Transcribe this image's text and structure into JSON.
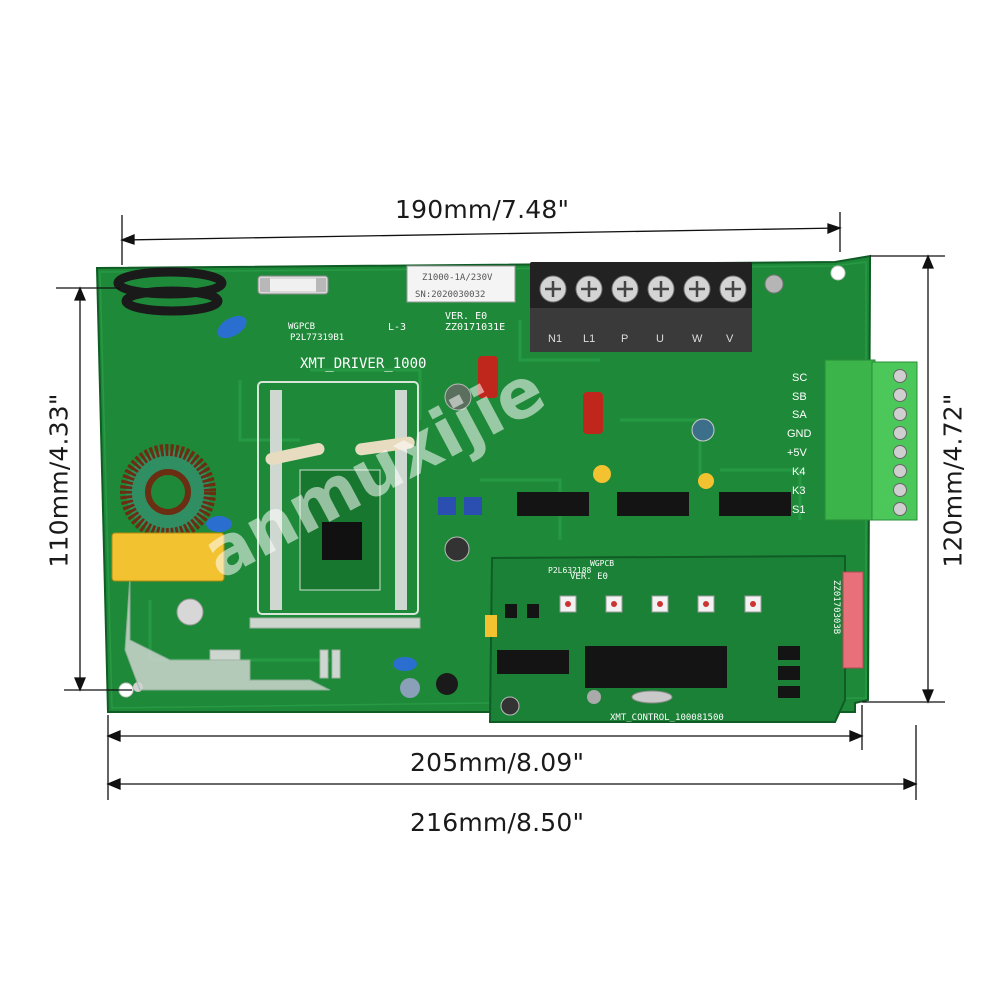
{
  "dimensions": {
    "top_width": "190mm/7.48\"",
    "left_height": "110mm/4.33\"",
    "right_height": "120mm/4.72\"",
    "board_width": "205mm/8.09\"",
    "overall_width": "216mm/8.50\""
  },
  "board": {
    "title": "XMT_DRIVER_1000",
    "model_label": "Z1000-1A/230V",
    "serial_label": "SN:2020030032",
    "brand": "WGPCB",
    "part_no": "P2L77319B1",
    "version": "VER. E0",
    "batch_code": "ZZ0171031E",
    "l3_label": "L-3",
    "power_terminals": [
      "N1",
      "L1",
      "P",
      "U",
      "W",
      "V"
    ],
    "signal_terminals": [
      "SC",
      "SB",
      "SA",
      "GND",
      "+5V",
      "K4",
      "K3",
      "S1"
    ]
  },
  "control_board": {
    "brand": "WGPCB",
    "part_no": "P2L632188",
    "version": "VER. E0",
    "side_code": "ZZ0170303B",
    "title": "XMT_CONTROL_100081500"
  },
  "watermark": "anmuxijie",
  "colors": {
    "pcb": "#1f8a3a",
    "pcb_dark": "#136a2a",
    "terminal": "#3bb54a",
    "choke": "#7a3b1e",
    "capacitor": "#f2c230",
    "header": "#e8707a"
  }
}
